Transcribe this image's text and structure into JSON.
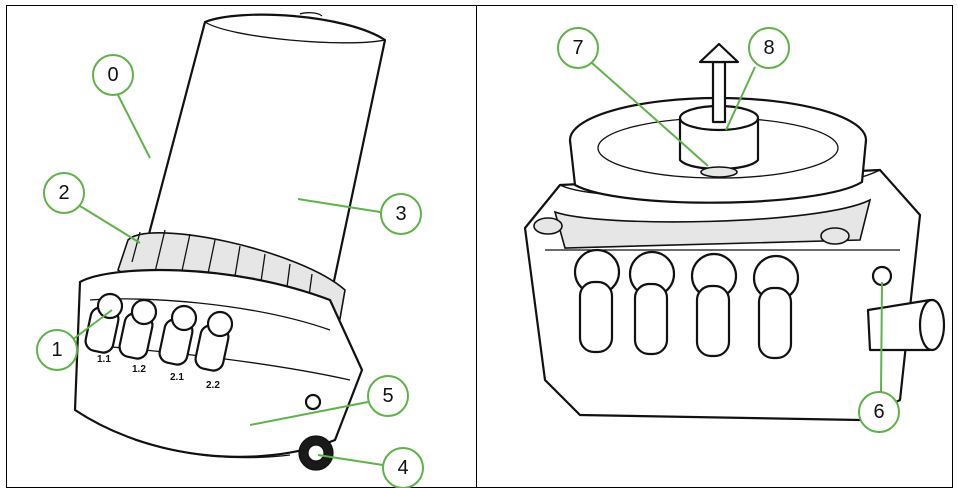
{
  "callouts": [
    {
      "label": "0"
    },
    {
      "label": "1"
    },
    {
      "label": "2"
    },
    {
      "label": "3"
    },
    {
      "label": "4"
    },
    {
      "label": "5"
    },
    {
      "label": "6"
    },
    {
      "label": "7"
    },
    {
      "label": "8"
    }
  ],
  "port_labels": [
    "1.1",
    "1.2",
    "2.1",
    "2.2"
  ],
  "colors": {
    "callout_accent": "#5fb14a",
    "outline": "#111111",
    "background": "#ffffff"
  }
}
